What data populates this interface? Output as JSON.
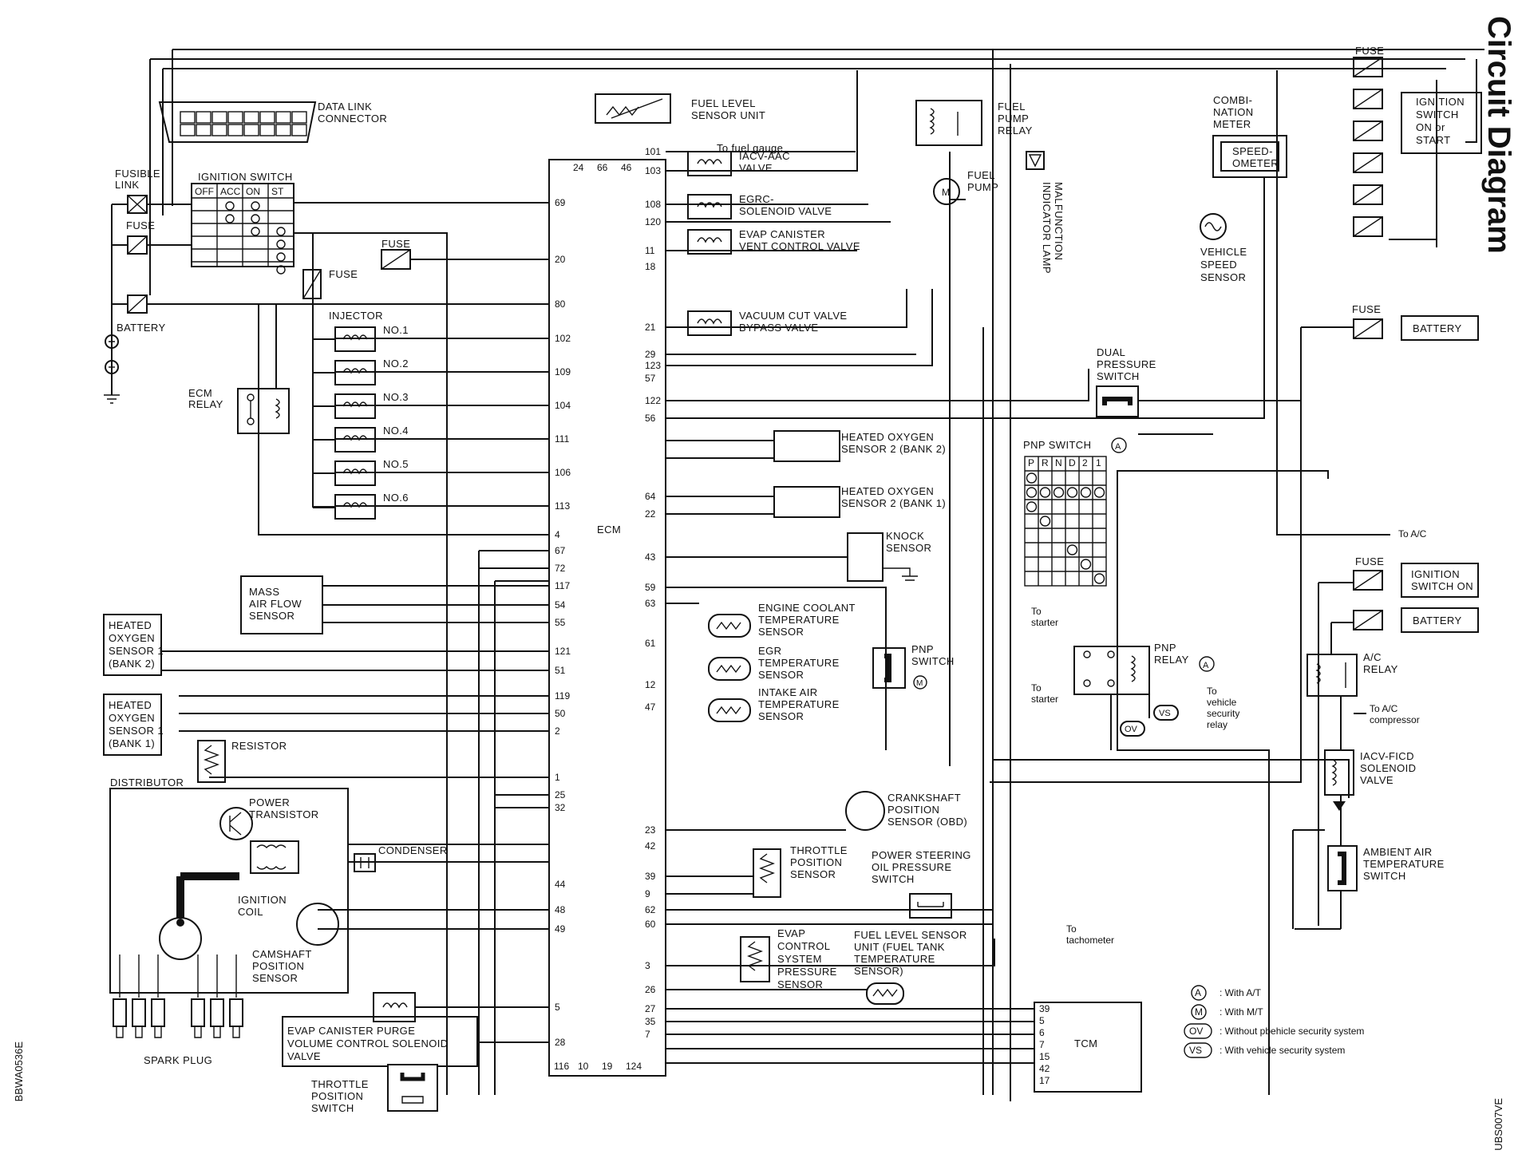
{
  "header": {
    "title": "Circuit Diagram"
  },
  "codes": {
    "left": "BBWA0536E",
    "right": "UBS007VE"
  },
  "ecm": {
    "label": "ECM",
    "top_pins": [
      "24",
      "66",
      "46"
    ],
    "bottom_pins": [
      "116",
      "10",
      "19",
      "124"
    ],
    "left_pins": [
      "69",
      "20",
      "80",
      "102",
      "109",
      "104",
      "111",
      "106",
      "113",
      "4",
      "67",
      "72",
      "117",
      "54",
      "55",
      "121",
      "51",
      "119",
      "50",
      "2",
      "1",
      "25",
      "32",
      "44",
      "48",
      "49",
      "5",
      "28"
    ],
    "right_pins": [
      "101",
      "103",
      "108",
      "120",
      "11",
      "18",
      "21",
      "29",
      "123",
      "57",
      "122",
      "56",
      "64",
      "22",
      "43",
      "59",
      "63",
      "61",
      "12",
      "47",
      "23",
      "42",
      "39",
      "9",
      "62",
      "60",
      "3",
      "26",
      "27",
      "35",
      "7"
    ]
  },
  "left_side": {
    "fusible_link": "FUSIBLE\nLINK",
    "fuse": "FUSE",
    "battery": "BATTERY",
    "ignition_switch": {
      "title": "IGNITION SWITCH",
      "cols": [
        "OFF",
        "ACC",
        "ON",
        "ST"
      ]
    },
    "data_link": "DATA LINK\nCONNECTOR",
    "injector": {
      "title": "INJECTOR",
      "items": [
        "NO.1",
        "NO.2",
        "NO.3",
        "NO.4",
        "NO.5",
        "NO.6"
      ]
    },
    "ecm_relay": "ECM\nRELAY",
    "maf": "MASS\nAIR FLOW\nSENSOR",
    "ho2s1_b2": "HEATED\nOXYGEN\nSENSOR 1\n(BANK 2)",
    "ho2s1_b1": "HEATED\nOXYGEN\nSENSOR 1\n(BANK 1)",
    "resistor": "RESISTOR",
    "distributor": "DISTRIBUTOR",
    "power_transistor": "POWER\nTRANSISTOR",
    "condenser": "CONDENSER",
    "ignition_coil": "IGNITION\nCOIL",
    "camshaft": "CAMSHAFT\nPOSITION\nSENSOR",
    "spark_plug": "SPARK PLUG",
    "evap_purge": "EVAP CANISTER PURGE\nVOLUME CONTROL SOLENOID\nVALVE",
    "tps_switch": "THROTTLE\nPOSITION\nSWITCH"
  },
  "middle": {
    "fuel_level": "FUEL LEVEL\nSENSOR UNIT",
    "to_fuel_gauge": "To fuel gauge",
    "iacv_aac": "IACV-AAC\nVALVE",
    "egrc": "EGRC-\nSOLENOID VALVE",
    "evap_vent": "EVAP CANISTER\nVENT CONTROL VALVE",
    "vacuum_cut": "VACUUM CUT VALVE\nBYPASS VALVE",
    "fuel_pump_relay": "FUEL\nPUMP\nRELAY",
    "fuel_pump": "FUEL\nPUMP",
    "mil": "MALFUNCTION\nINDICATOR LAMP",
    "ho2s2_b2": "HEATED OXYGEN\nSENSOR 2 (BANK 2)",
    "ho2s2_b1": "HEATED OXYGEN\nSENSOR 2 (BANK 1)",
    "knock": "KNOCK\nSENSOR",
    "ect": "ENGINE COOLANT\nTEMPERATURE\nSENSOR",
    "egr_temp": "EGR\nTEMPERATURE\nSENSOR",
    "iat": "INTAKE AIR\nTEMPERATURE\nSENSOR",
    "pnp_switch_m": "PNP\nSWITCH",
    "crank": "CRANKSHAFT\nPOSITION\nSENSOR (OBD)",
    "tps": "THROTTLE\nPOSITION\nSENSOR",
    "ps_switch": "POWER STEERING\nOIL PRESSURE\nSWITCH",
    "evap_pressure": "EVAP\nCONTROL\nSYSTEM\nPRESSURE\nSENSOR",
    "fuel_temp": "FUEL LEVEL SENSOR\nUNIT (FUEL TANK\nTEMPERATURE\nSENSOR)",
    "to_tachometer": "To\ntachometer"
  },
  "right_side": {
    "fuse": "FUSE",
    "ign_on_start": "IGNITION\nSWITCH\nON or\nSTART",
    "combi": "COMBI-\nNATION\nMETER",
    "speedometer": "SPEED-\nOMETER",
    "vss": "VEHICLE\nSPEED\nSENSOR",
    "battery": "BATTERY",
    "dual_pressure": "DUAL\nPRESSURE\nSWITCH",
    "pnp_switch": {
      "title": "PNP SWITCH",
      "cols": [
        "P",
        "R",
        "N",
        "D",
        "2",
        "1"
      ]
    },
    "to_ac": "To A/C",
    "ign_on": "IGNITION\nSWITCH ON",
    "to_starter": "To\nstarter",
    "pnp_relay": "PNP\nRELAY",
    "to_security": "To\nvehicle\nsecurity\nrelay",
    "ac_relay": "A/C\nRELAY",
    "to_ac_comp": "To A/C\ncompressor",
    "iacv_ficd": "IACV-FICD\nSOLENOID\nVALVE",
    "ambient": "AMBIENT AIR\nTEMPERATURE\nSWITCH",
    "tcm": {
      "label": "TCM",
      "pins": [
        "39",
        "5",
        "6",
        "7",
        "15",
        "42",
        "17"
      ]
    }
  },
  "legend": [
    {
      "sym": "A",
      "text": ": With A/T"
    },
    {
      "sym": "M",
      "text": ": With M/T"
    },
    {
      "sym": "OV",
      "text": ": Without pbehicle security system"
    },
    {
      "sym": "VS",
      "text": ": With vehicle security system"
    }
  ]
}
